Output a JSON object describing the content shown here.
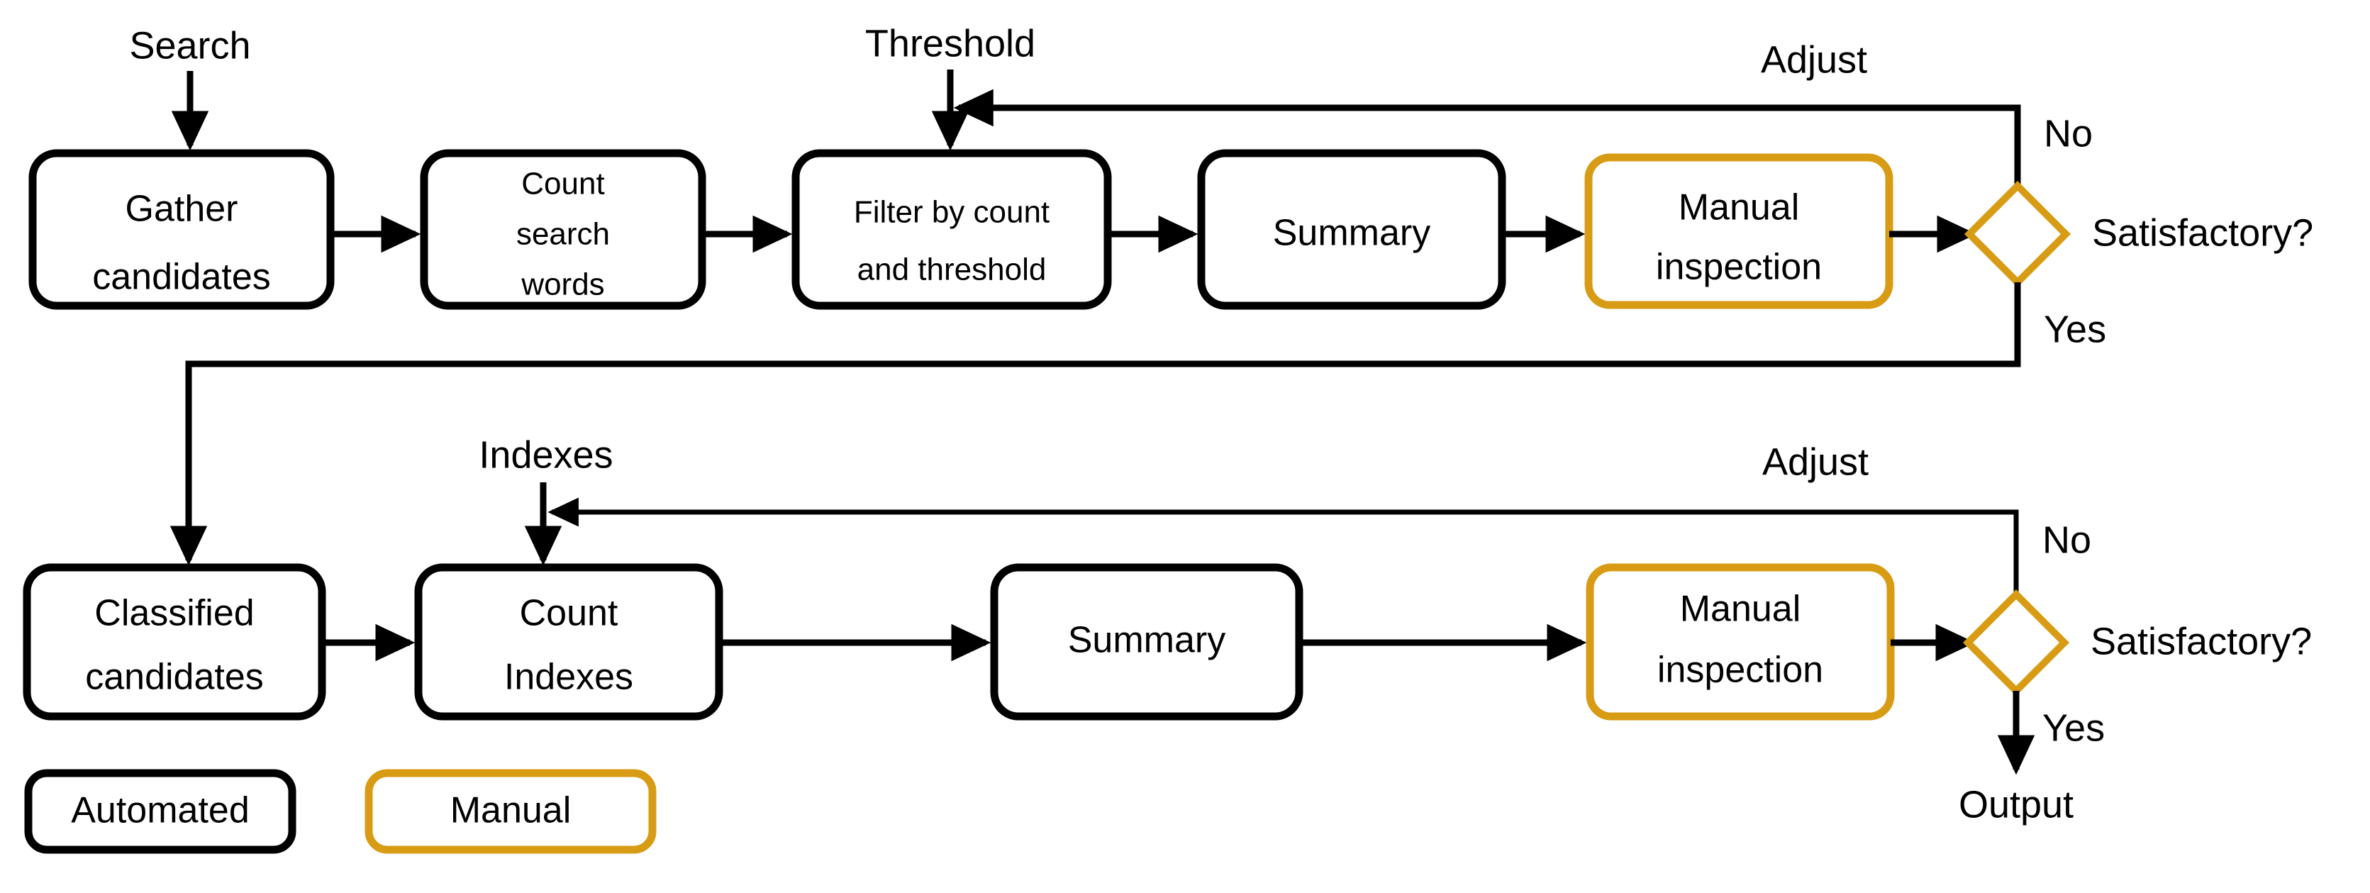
{
  "diagram": {
    "title_visible": false,
    "colors": {
      "automated_stroke": "#000000",
      "manual_stroke": "#D89B14",
      "background": "#FFFFFF",
      "text": "#000000"
    },
    "row1": {
      "input_label": "Search",
      "threshold_label": "Threshold",
      "adjust_label": "Adjust",
      "no_label": "No",
      "yes_label": "Yes",
      "decision_label": "Satisfactory?",
      "nodes": [
        {
          "id": "gather-candidates",
          "label_line1": "Gather",
          "label_line2": "candidates",
          "kind": "automated"
        },
        {
          "id": "count-search-words",
          "label_line1": "Count",
          "label_line2": "search",
          "label_line3": "words",
          "kind": "automated"
        },
        {
          "id": "filter-by-count-and-threshold",
          "label_line1": "Filter by count",
          "label_line2": "and threshold",
          "kind": "automated"
        },
        {
          "id": "summary",
          "label_line1": "Summary",
          "kind": "automated"
        },
        {
          "id": "manual-inspection",
          "label_line1": "Manual",
          "label_line2": "inspection",
          "kind": "manual"
        }
      ]
    },
    "row2": {
      "indexes_label": "Indexes",
      "adjust_label": "Adjust",
      "no_label": "No",
      "yes_label": "Yes",
      "decision_label": "Satisfactory?",
      "output_label": "Output",
      "nodes": [
        {
          "id": "classified-candidates",
          "label_line1": "Classified",
          "label_line2": "candidates",
          "kind": "automated"
        },
        {
          "id": "count-indexes",
          "label_line1": "Count",
          "label_line2": "Indexes",
          "kind": "automated"
        },
        {
          "id": "summary",
          "label_line1": "Summary",
          "kind": "automated"
        },
        {
          "id": "manual-inspection",
          "label_line1": "Manual",
          "label_line2": "inspection",
          "kind": "manual"
        }
      ]
    },
    "legend": {
      "automated_label": "Automated",
      "manual_label": "Manual"
    }
  }
}
